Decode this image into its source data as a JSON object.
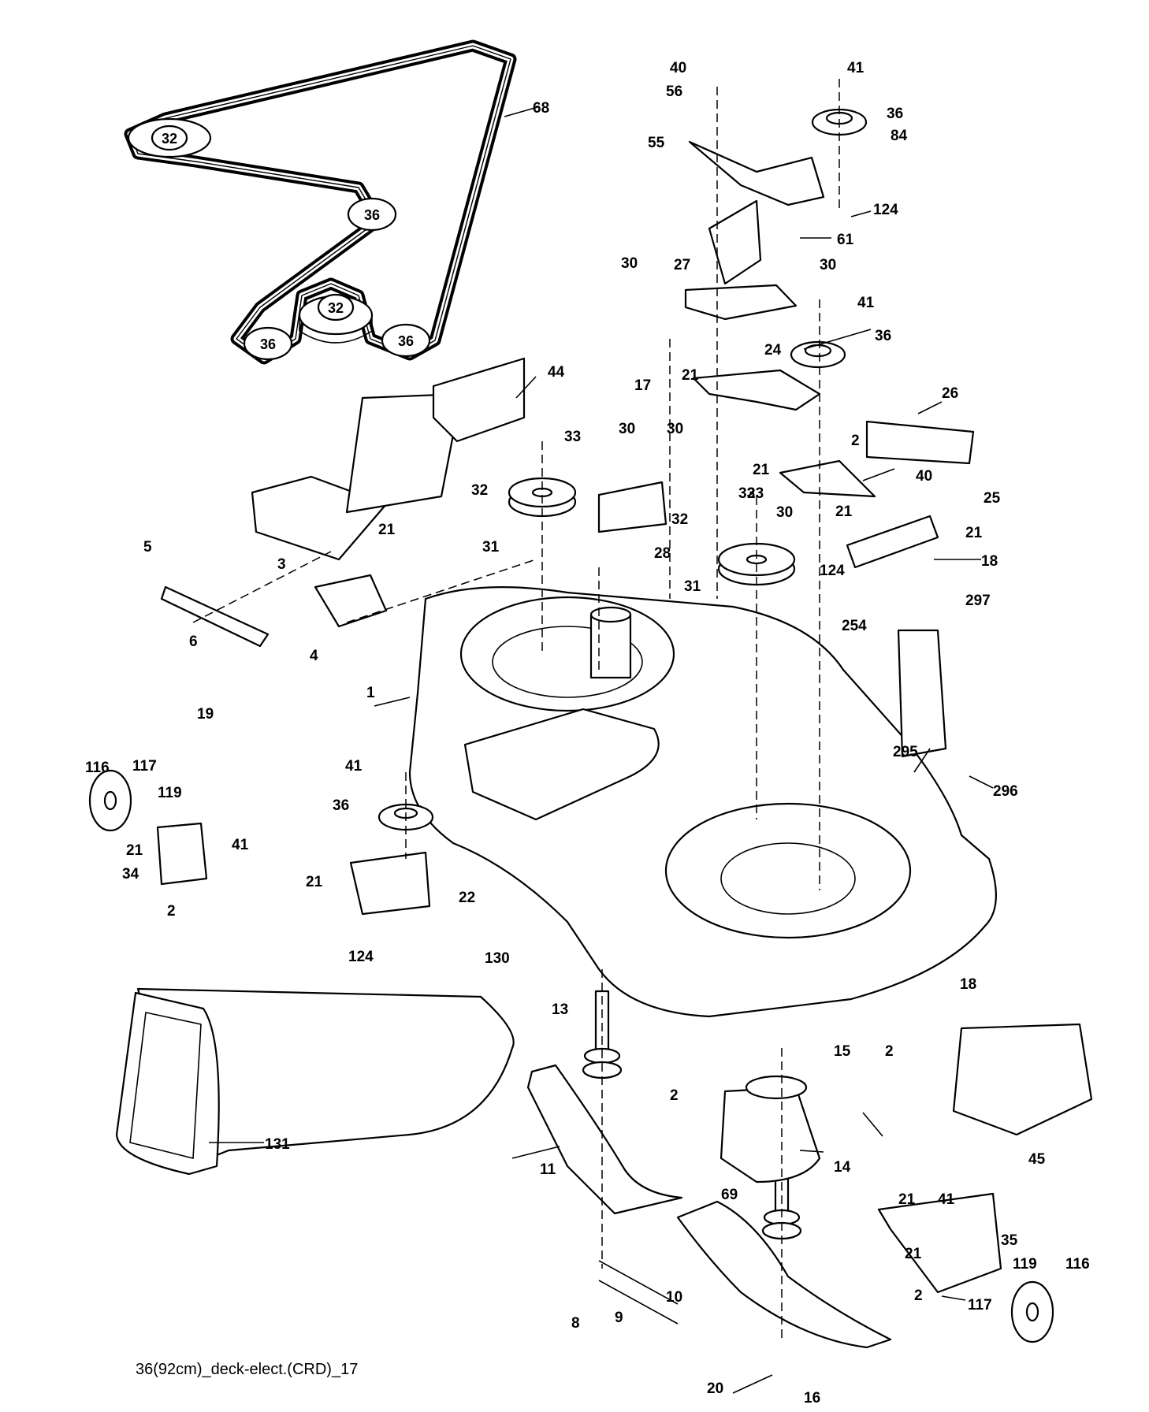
{
  "caption": "36(92cm)_deck-elect.(CRD)_17",
  "belt_diagram": {
    "pulleys": [
      "32",
      "36",
      "32",
      "36",
      "36"
    ],
    "belt_label": "68"
  },
  "callouts": [
    "40",
    "56",
    "41",
    "36",
    "84",
    "55",
    "124",
    "61",
    "30",
    "27",
    "30",
    "41",
    "36",
    "44",
    "17",
    "21",
    "24",
    "26",
    "2",
    "40",
    "33",
    "30",
    "30",
    "32",
    "21",
    "23",
    "31",
    "28",
    "33",
    "30",
    "32",
    "21",
    "25",
    "21",
    "5",
    "3",
    "21",
    "18",
    "31",
    "124",
    "297",
    "254",
    "6",
    "4",
    "19",
    "1",
    "295",
    "296",
    "116",
    "117",
    "119",
    "41",
    "21",
    "36",
    "41",
    "34",
    "21",
    "22",
    "2",
    "124",
    "130",
    "18",
    "13",
    "15",
    "2",
    "2",
    "131",
    "11",
    "14",
    "45",
    "69",
    "21",
    "41",
    "35",
    "21",
    "119",
    "116",
    "8",
    "10",
    "9",
    "117",
    "2",
    "20",
    "16"
  ],
  "icons": [
    "blade",
    "spindle",
    "pulley",
    "bracket",
    "deck-shell",
    "discharge-chute",
    "gauge-wheel"
  ]
}
